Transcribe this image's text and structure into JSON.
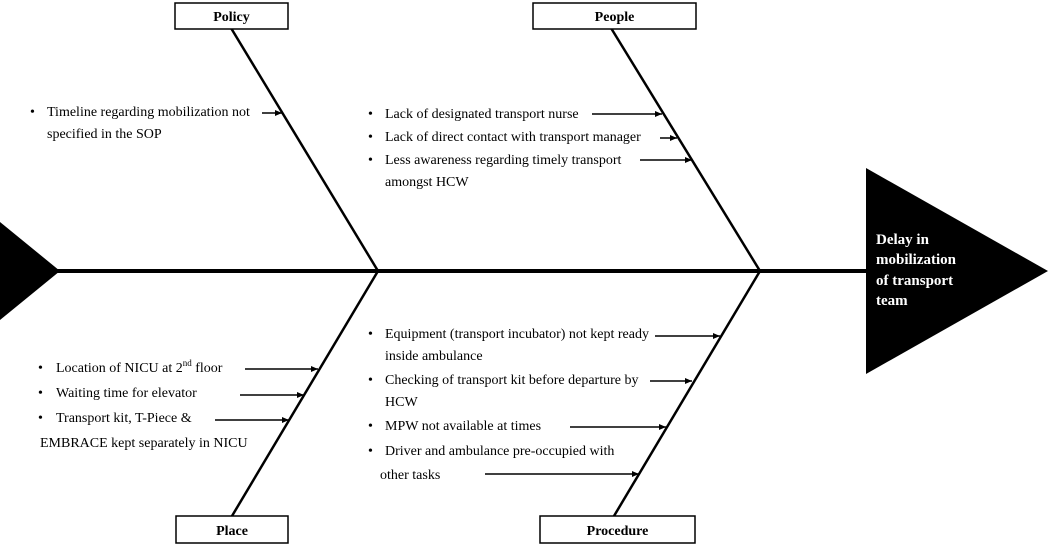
{
  "categories": {
    "policy": "Policy",
    "people": "People",
    "place": "Place",
    "procedure": "Procedure"
  },
  "effect": {
    "line1": "Delay in",
    "line2": "mobilization",
    "line3": "of transport",
    "line4": "team"
  },
  "causes": {
    "policy": [
      {
        "line1": "Timeline regarding mobilization not",
        "line2": "specified in the SOP"
      }
    ],
    "people": [
      {
        "line1": "Lack of designated transport nurse"
      },
      {
        "line1": "Lack of direct contact  with transport manager"
      },
      {
        "line1": "Less  awareness regarding timely transport",
        "line2": "amongst HCW"
      }
    ],
    "place": [
      {
        "line1_pre": "Location of NICU at 2",
        "line1_sup": "nd",
        "line1_post": " floor"
      },
      {
        "line1": "Waiting time for elevator"
      },
      {
        "line1": "Transport kit, T-Piece &",
        "line2": "EMBRACE kept separately in NICU"
      }
    ],
    "procedure": [
      {
        "line1": "Equipment (transport incubator) not kept ready",
        "line2": "inside ambulance"
      },
      {
        "line1": "Checking of transport kit before departure by",
        "line2": "HCW"
      },
      {
        "line1": "MPW not available at times"
      },
      {
        "line1": "Driver and ambulance pre-occupied with",
        "line2": "other tasks"
      }
    ]
  },
  "bullet_symbol": "•"
}
